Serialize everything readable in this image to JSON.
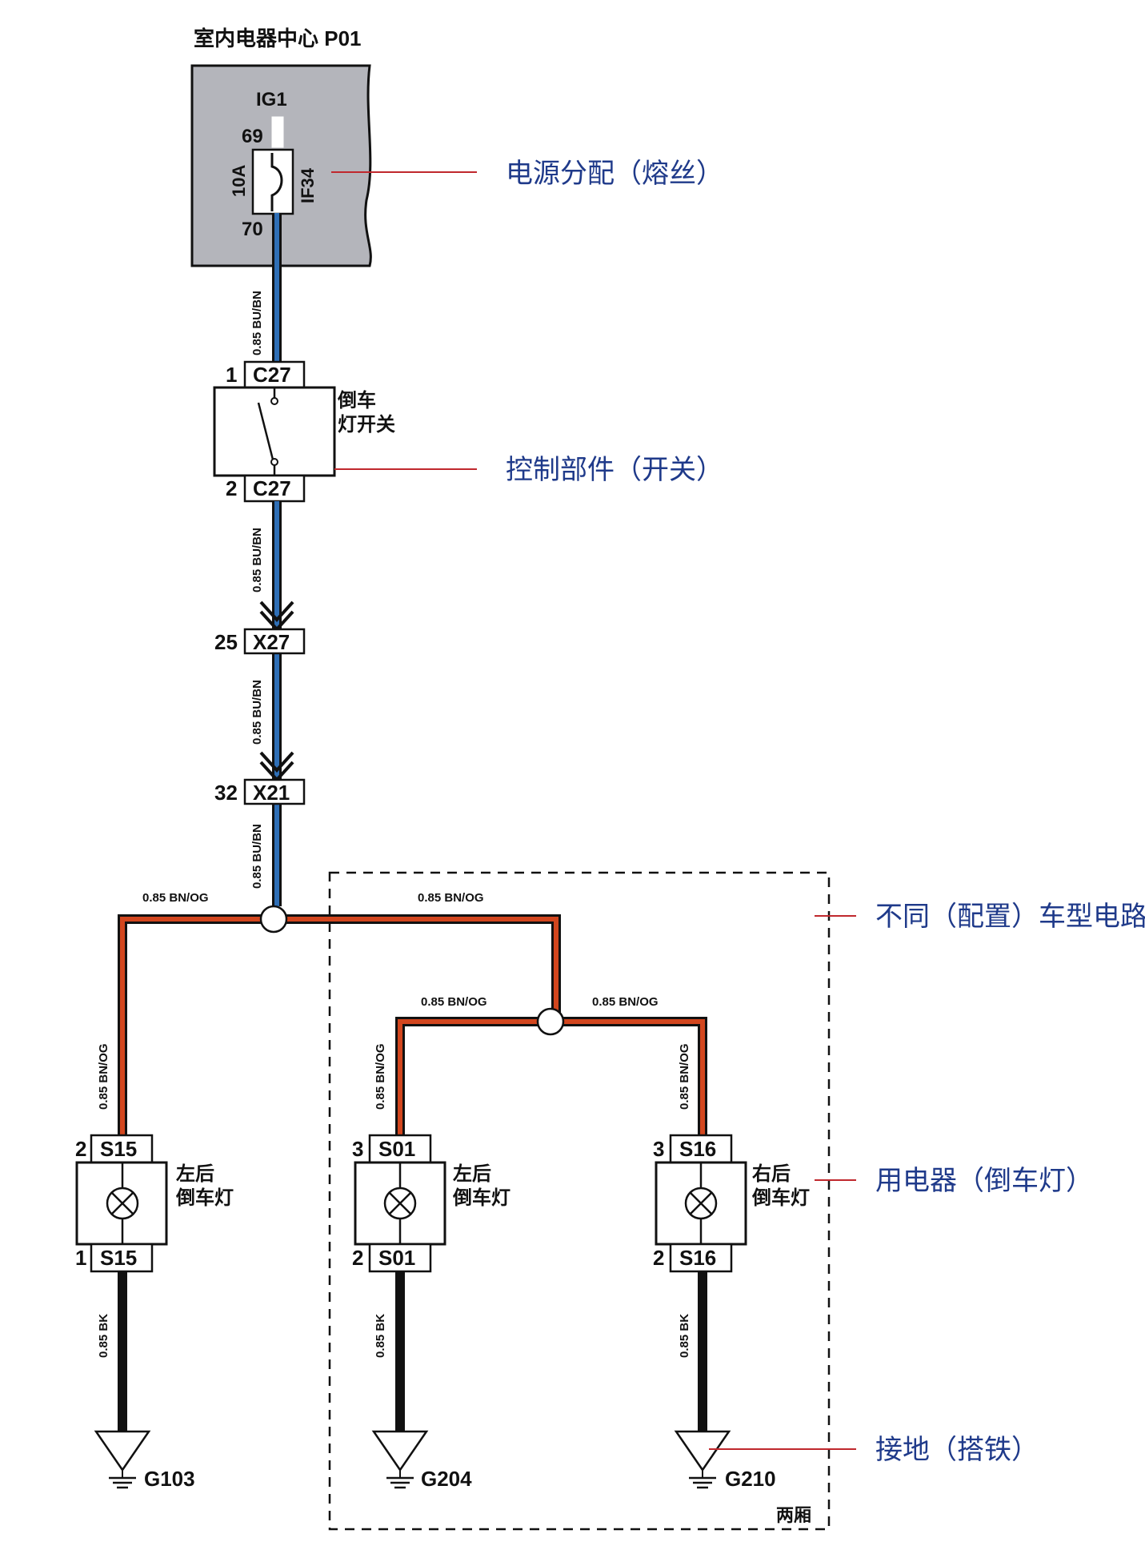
{
  "power_center": {
    "title": "室内电器中心 P01",
    "ig_label": "IG1",
    "pin_in": "69",
    "pin_out": "70",
    "fuse_rating": "10A",
    "fuse_id": "IF34"
  },
  "switch": {
    "connector_top": {
      "pin": "1",
      "id": "C27"
    },
    "connector_bottom": {
      "pin": "2",
      "id": "C27"
    },
    "name_line1": "倒车",
    "name_line2": "灯开关"
  },
  "inline_connectors": [
    {
      "pin": "25",
      "id": "X27"
    },
    {
      "pin": "32",
      "id": "X21"
    }
  ],
  "wires": {
    "blue": "0.85 BU/BN",
    "orange": "0.85 BN/OG",
    "black": "0.85 BK"
  },
  "lamps": [
    {
      "top_pin": "2",
      "bottom_pin": "1",
      "id": "S15",
      "name_line1": "左后",
      "name_line2": "倒车灯",
      "ground": "G103"
    },
    {
      "top_pin": "3",
      "bottom_pin": "2",
      "id": "S01",
      "name_line1": "左后",
      "name_line2": "倒车灯",
      "ground": "G204"
    },
    {
      "top_pin": "3",
      "bottom_pin": "2",
      "id": "S16",
      "name_line1": "右后",
      "name_line2": "倒车灯",
      "ground": "G210"
    }
  ],
  "dashed_box_label": "两厢",
  "annotations": {
    "power": "电源分配（熔丝）",
    "control": "控制部件（开关）",
    "variant": "不同（配置）车型电路",
    "load": "用电器（倒车灯）",
    "ground": "接地（搭铁）"
  },
  "colors": {
    "wire_blue": "#2f6fb6",
    "wire_orange": "#d2461e",
    "wire_black": "#111111",
    "leader_red": "#c0282d",
    "annotation_text": "#1f3a8a",
    "module_fill": "#b4b5bb"
  }
}
